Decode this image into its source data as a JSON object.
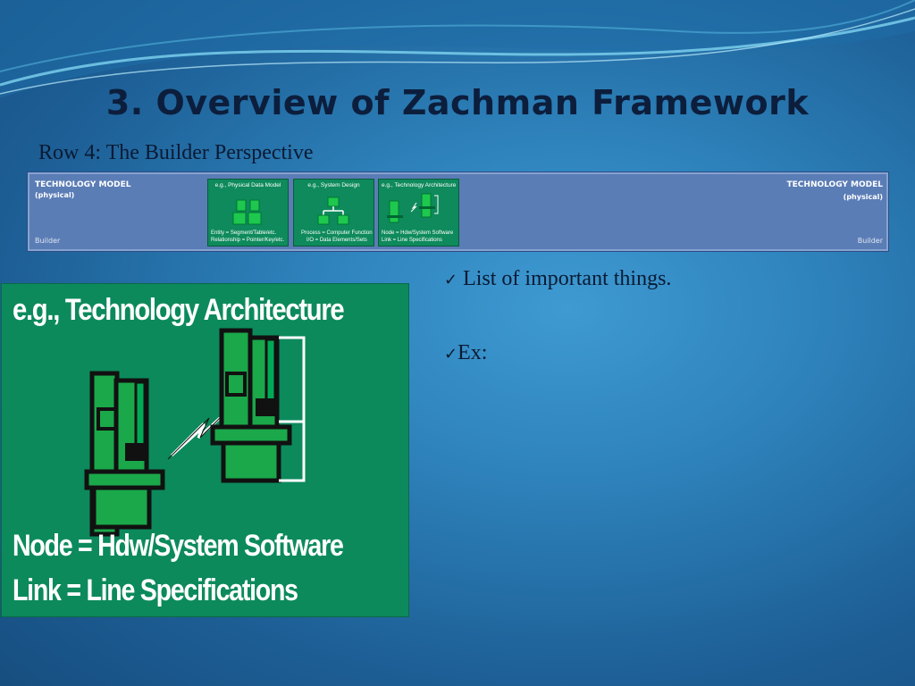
{
  "slide": {
    "title": "3. Overview of Zachman Framework",
    "subtitle": "Row 4: The Builder Perspective"
  },
  "strip": {
    "left_model": "TECHNOLOGY MODEL",
    "left_physical": "(physical)",
    "left_builder": "Builder",
    "right_model": "TECHNOLOGY MODEL",
    "right_physical": "(physical)",
    "right_builder": "Builder",
    "cells": [
      {
        "header": "e.g., Physical Data Model",
        "line1": "Entity = Segment/Table/etc.",
        "line2": "Relationship = Pointer/Key/etc."
      },
      {
        "header": "e.g., System Design",
        "line1": "Process = Computer Function",
        "line2": "I/O = Data Elements/Sets"
      },
      {
        "header": "e.g., Technology Architecture",
        "line1": "Node = Hdw/System Software",
        "line2": "Link = Line Specifications"
      }
    ]
  },
  "figure": {
    "heading": "e.g., Technology Architecture",
    "line1": "Node = Hdw/System Software",
    "line2": "Link = Line Specifications"
  },
  "bullets": [
    {
      "check": "✓",
      "text": " List of important things."
    },
    {
      "check": "✓",
      "text": "Ex:"
    }
  ],
  "colors": {
    "background": "#2f84bd",
    "title": "#0c1e3c",
    "strip": "#5b7db6",
    "green_panel": "#0c8a5c",
    "machine": "#1aa84a"
  }
}
